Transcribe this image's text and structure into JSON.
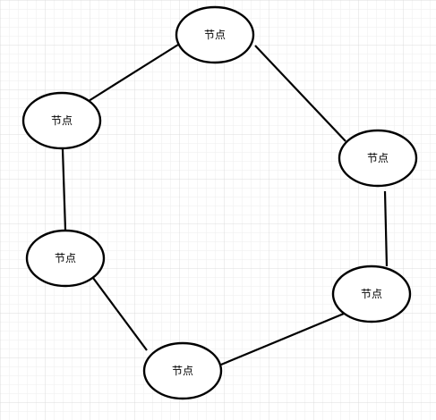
{
  "diagram": {
    "colors": {
      "grid_minor": "#eeeeee",
      "grid_major": "#dcdcdc",
      "stroke": "#000000",
      "fill": "#ffffff"
    },
    "nodes": [
      {
        "label": "节点"
      },
      {
        "label": "节点"
      },
      {
        "label": "节点"
      },
      {
        "label": "节点"
      },
      {
        "label": "节点"
      },
      {
        "label": "节点"
      }
    ]
  }
}
